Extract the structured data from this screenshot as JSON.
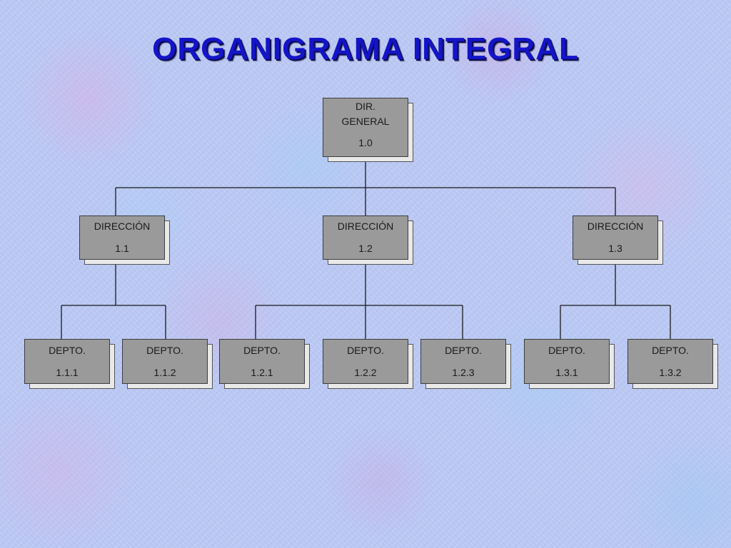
{
  "title": "ORGANIGRAMA INTEGRAL",
  "nodes": {
    "root": {
      "line1": "DIR.",
      "line2": "GENERAL",
      "code": "1.0"
    },
    "d1": {
      "label": "DIRECCIÓN",
      "code": "1.1"
    },
    "d2": {
      "label": "DIRECCIÓN",
      "code": "1.2"
    },
    "d3": {
      "label": "DIRECCIÓN",
      "code": "1.3"
    },
    "dp111": {
      "label": "DEPTO.",
      "code": "1.1.1"
    },
    "dp112": {
      "label": "DEPTO.",
      "code": "1.1.2"
    },
    "dp121": {
      "label": "DEPTO.",
      "code": "1.2.1"
    },
    "dp122": {
      "label": "DEPTO.",
      "code": "1.2.2"
    },
    "dp123": {
      "label": "DEPTO.",
      "code": "1.2.3"
    },
    "dp131": {
      "label": "DEPTO.",
      "code": "1.3.1"
    },
    "dp132": {
      "label": "DEPTO.",
      "code": "1.3.2"
    }
  },
  "colors": {
    "title": "#1414c8",
    "box": "#9a9a9a",
    "line": "#1a1a1a"
  }
}
